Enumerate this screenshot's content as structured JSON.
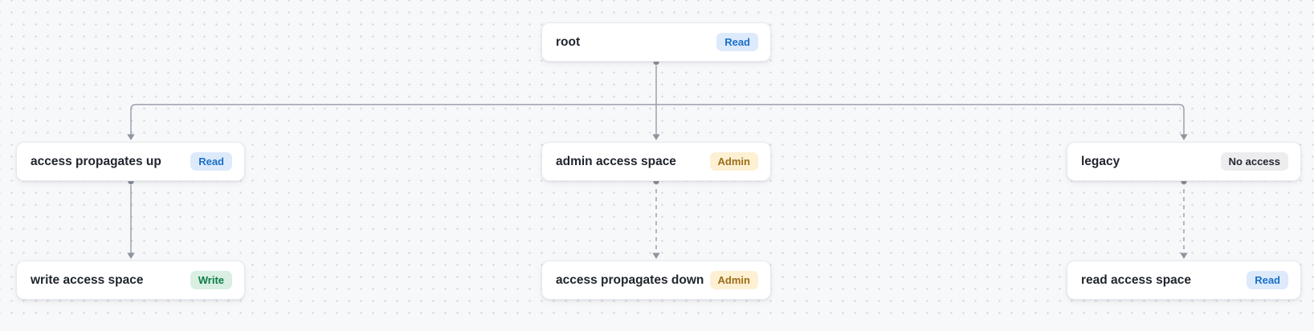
{
  "canvas": {
    "background_color": "#f7f8fa",
    "dot_color": "#d5d8dd",
    "edge_color": "#9aa1ab"
  },
  "diagram": {
    "nodes": [
      {
        "id": "root",
        "label": "root",
        "badge": "Read",
        "badge_style": "read"
      },
      {
        "id": "access-propagates-up",
        "label": "access propagates up",
        "badge": "Read",
        "badge_style": "read"
      },
      {
        "id": "admin-access-space",
        "label": "admin access space",
        "badge": "Admin",
        "badge_style": "admin"
      },
      {
        "id": "legacy",
        "label": "legacy",
        "badge": "No access",
        "badge_style": "none"
      },
      {
        "id": "write-access-space",
        "label": "write access space",
        "badge": "Write",
        "badge_style": "write"
      },
      {
        "id": "access-propagates-down",
        "label": "access propagates down",
        "badge": "Admin",
        "badge_style": "admin"
      },
      {
        "id": "read-access-space",
        "label": "read access space",
        "badge": "Read",
        "badge_style": "read"
      }
    ],
    "badge_colors": {
      "read": {
        "bg": "#ddeafc",
        "text": "#1a70c7"
      },
      "admin": {
        "bg": "#fdf0d3",
        "text": "#9c6d19"
      },
      "write": {
        "bg": "#d8efe2",
        "text": "#0e7c48"
      },
      "none": {
        "bg": "#ededf0",
        "text": "#23272e"
      }
    },
    "edges": [
      {
        "from": "root",
        "to": "access-propagates-up",
        "style": "solid"
      },
      {
        "from": "root",
        "to": "admin-access-space",
        "style": "solid"
      },
      {
        "from": "root",
        "to": "legacy",
        "style": "solid"
      },
      {
        "from": "access-propagates-up",
        "to": "write-access-space",
        "style": "solid"
      },
      {
        "from": "admin-access-space",
        "to": "access-propagates-down",
        "style": "dashed"
      },
      {
        "from": "legacy",
        "to": "read-access-space",
        "style": "dashed"
      }
    ]
  }
}
